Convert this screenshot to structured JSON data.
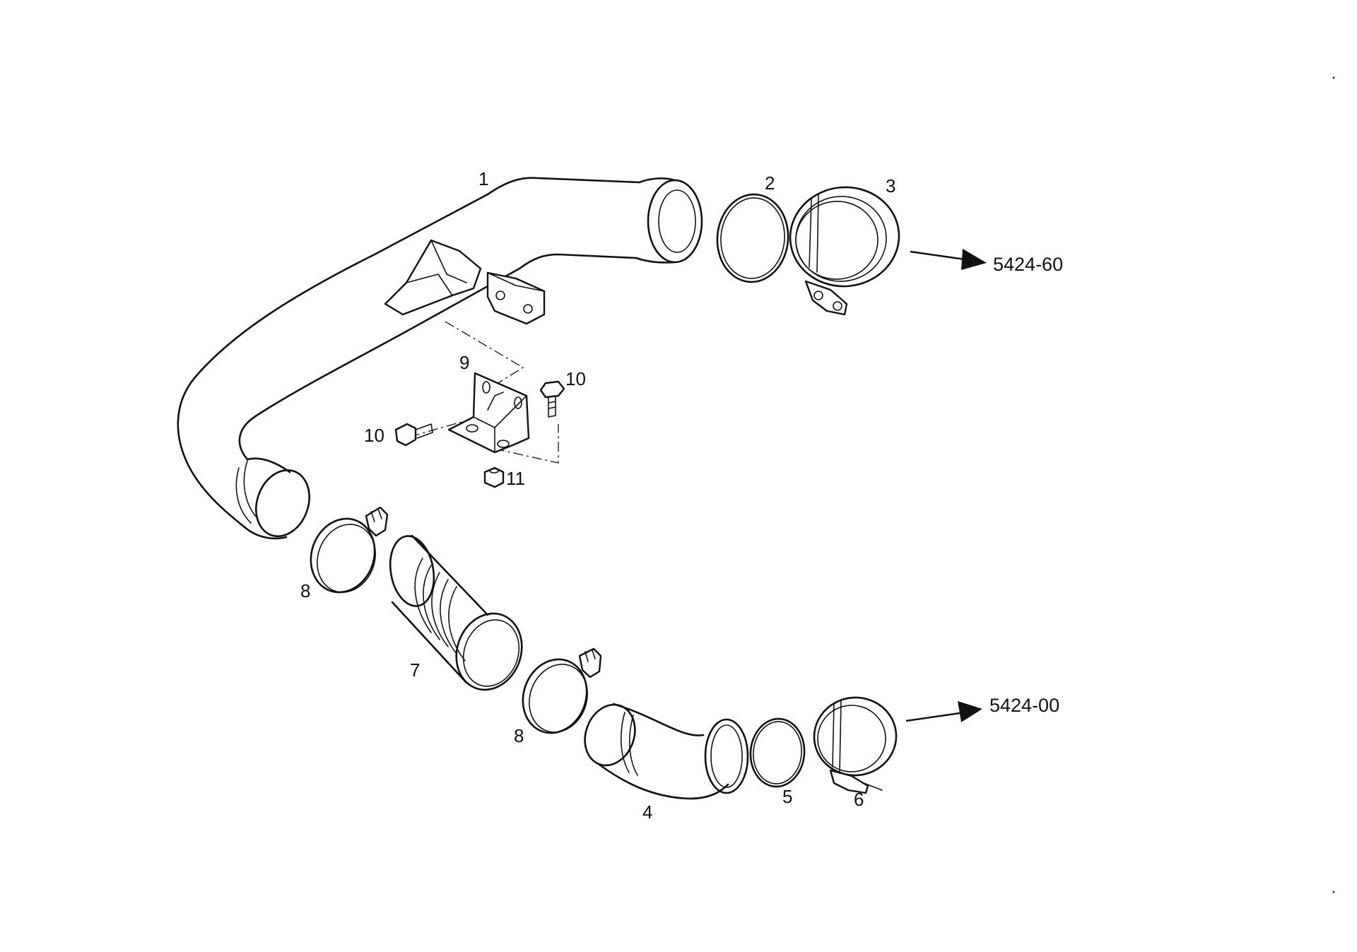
{
  "callouts": {
    "c1": "1",
    "c2": "2",
    "c3": "3",
    "c4": "4",
    "c5": "5",
    "c6": "6",
    "c7": "7",
    "c8a": "8",
    "c8b": "8",
    "c9": "9",
    "c10a": "10",
    "c10b": "10",
    "c11": "11"
  },
  "references": {
    "upper": "5424-60",
    "lower": "5424-00"
  }
}
